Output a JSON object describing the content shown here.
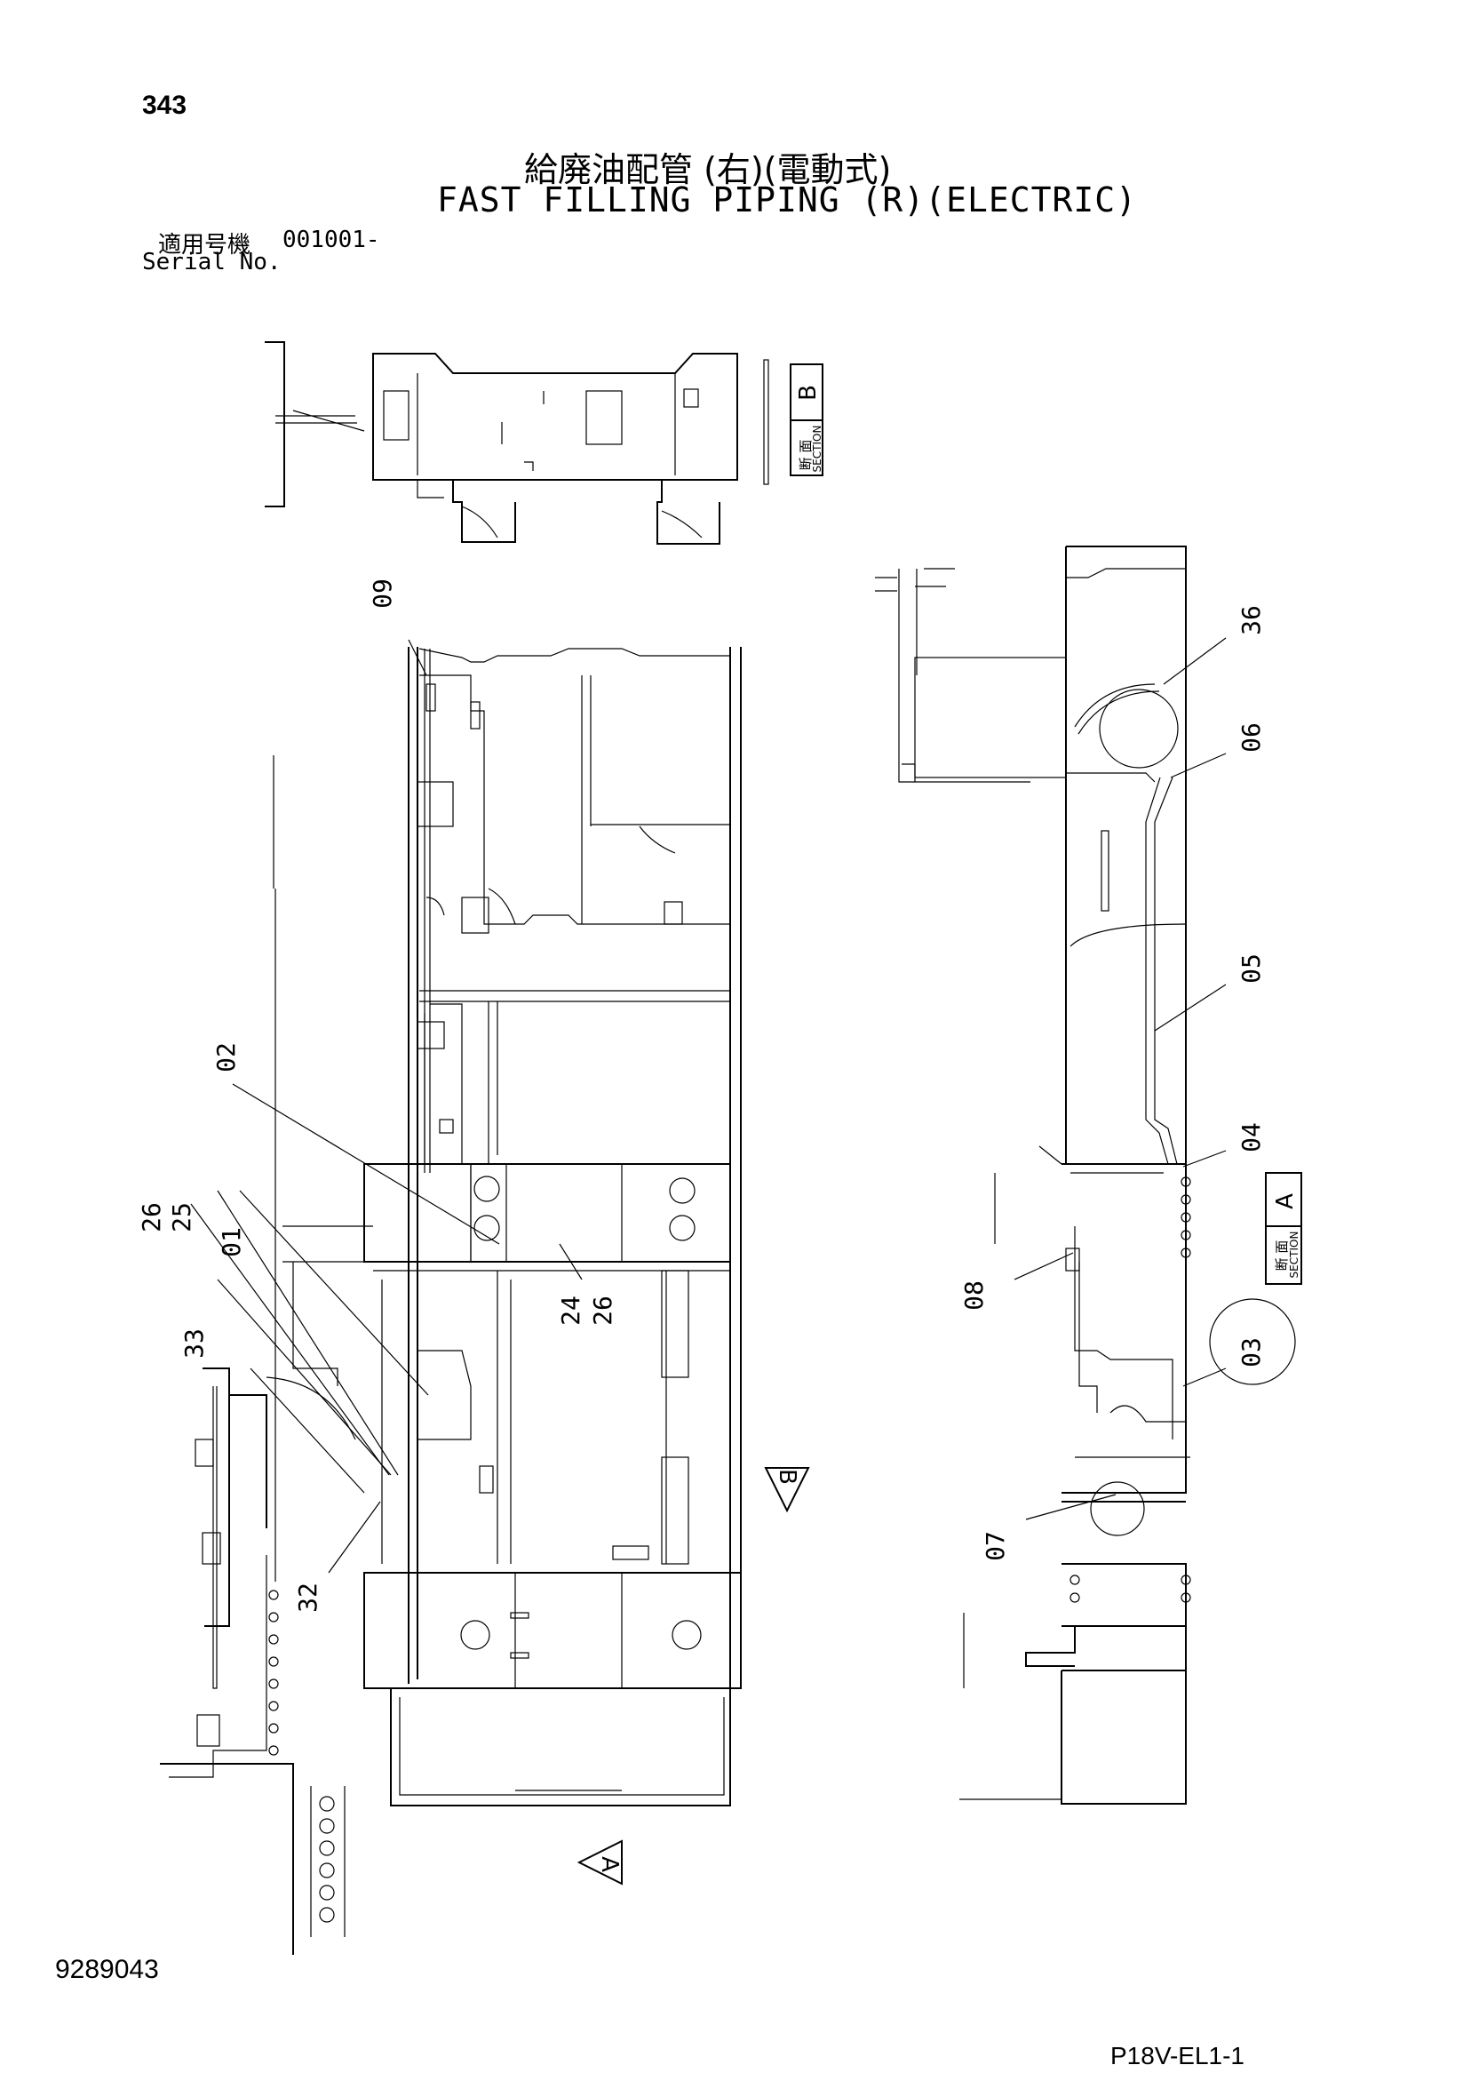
{
  "header": {
    "page_number": "343",
    "title_jp": "給廃油配管 (右)(電動式)",
    "title_en": "FAST FILLING PIPING (R)(ELECTRIC)",
    "serial_label_jp": "適用号機",
    "serial_value": "001001-",
    "serial_label_en": "Serial No."
  },
  "footer": {
    "doc_number": "9289043",
    "sheet_code": "P18V-EL1-1"
  },
  "callouts": {
    "c01": "01",
    "c02": "02",
    "c03": "03",
    "c04": "04",
    "c05": "05",
    "c06": "06",
    "c07": "07",
    "c08": "08",
    "c09": "09",
    "c24": "24",
    "c25": "25",
    "c26a": "26",
    "c26b": "26",
    "c32": "32",
    "c33": "33",
    "c36": "36"
  },
  "sections": {
    "a_jp": "断 面",
    "a_en": "SECTION",
    "a_letter": "A",
    "b_jp": "断 面",
    "b_en": "SECTION",
    "b_letter": "B",
    "arrow_a": "A",
    "arrow_b": "B"
  }
}
